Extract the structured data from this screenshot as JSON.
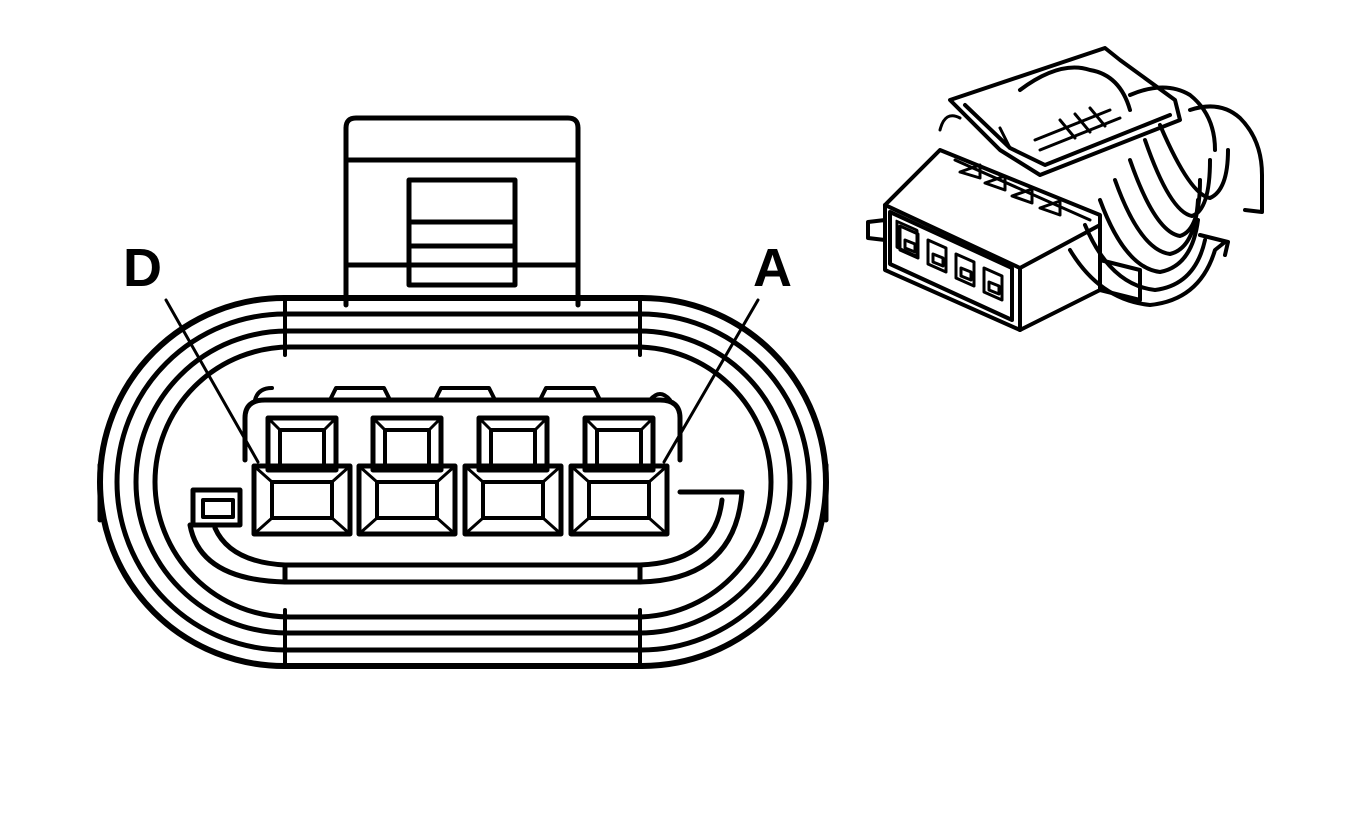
{
  "diagram": {
    "type": "connector-end-view",
    "pin_labels": {
      "left": "D",
      "right": "A"
    },
    "cavity_count": 4
  },
  "colors": {
    "line": "#000000",
    "background": "#ffffff"
  }
}
